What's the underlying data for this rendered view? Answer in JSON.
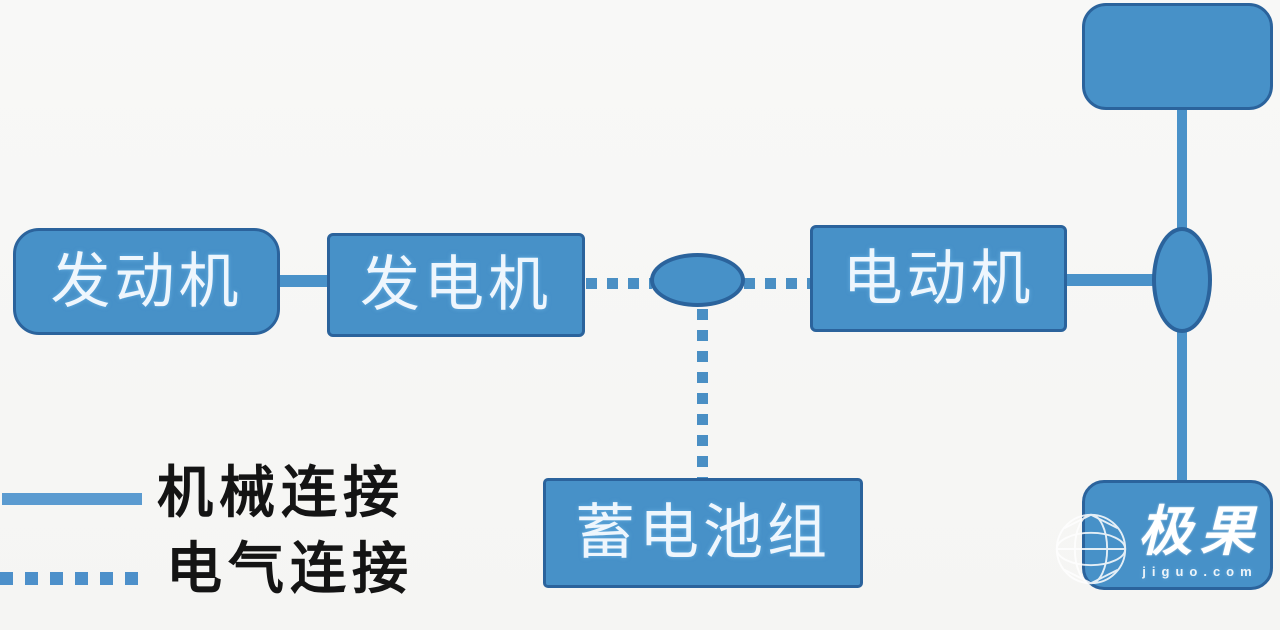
{
  "diagram": {
    "title_implied": "series-hybrid-powertrain",
    "nodes": {
      "engine": {
        "label": "发动机"
      },
      "generator": {
        "label": "发电机"
      },
      "motor": {
        "label": "电动机"
      },
      "battery": {
        "label": "蓄电池组"
      },
      "axle_top": {
        "label": ""
      },
      "axle_bottom": {
        "label": ""
      }
    },
    "junctions": [
      {
        "name": "power-junction",
        "shape": "ellipse-horizontal"
      },
      {
        "name": "axle-junction",
        "shape": "ellipse-vertical"
      }
    ],
    "edges": [
      {
        "from": "engine",
        "to": "generator",
        "type": "mechanical"
      },
      {
        "from": "generator",
        "to": "power-junction",
        "type": "electrical"
      },
      {
        "from": "power-junction",
        "to": "motor",
        "type": "electrical"
      },
      {
        "from": "power-junction",
        "to": "battery",
        "type": "electrical"
      },
      {
        "from": "motor",
        "to": "axle-junction",
        "type": "mechanical"
      },
      {
        "from": "axle_top",
        "to": "axle-junction",
        "type": "mechanical"
      },
      {
        "from": "axle-junction",
        "to": "axle_bottom",
        "type": "mechanical"
      }
    ],
    "legend": {
      "mechanical_label": "机械连接",
      "electrical_label": "电气连接",
      "mechanical_style": "solid",
      "electrical_style": "dotted"
    },
    "watermark": {
      "brand": "极果",
      "domain": "jiguo.com"
    },
    "colors": {
      "node_fill": "#4791c8",
      "node_border": "#2b639c",
      "connector": "#4a8fc4",
      "legend_line": "#5b9bd0",
      "legend_text": "#141414",
      "node_text": "#eef6fd",
      "background": "#f6f6f4",
      "watermark_text": "#ffffff"
    }
  }
}
